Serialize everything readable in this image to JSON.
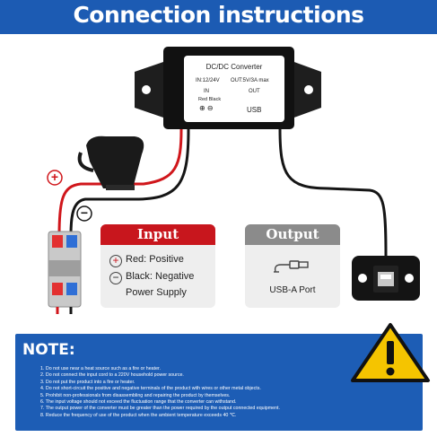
{
  "header": {
    "title": "Connection instructions"
  },
  "converter": {
    "title": "DC/DC Converter",
    "in_spec": "IN:12/24V",
    "out_spec": "OUT:5V/3A max",
    "in_label": "IN",
    "out_label": "OUT",
    "wire_colors": "Red Black",
    "polarity": "⊕ ⊖",
    "usb_label": "USB"
  },
  "input_card": {
    "title": "Input",
    "positive_symbol": "+",
    "positive": "Red: Positive",
    "negative_symbol": "−",
    "negative_line1": "Black: Negative",
    "negative_line2": "Power Supply"
  },
  "output_card": {
    "title": "Output",
    "usb_label": "USB-A Port"
  },
  "wire_markers": {
    "plus": "+",
    "minus": "−"
  },
  "note": {
    "title": "NOTE:",
    "items": [
      "1. Do not use near a heat source such as a fire or heater.",
      "2. Do not connect the input cord to a 220V household power source.",
      "3. Do not put the product into a fire or heater.",
      "4. Do not short-circuit the positive and negative terminals of the product with wires or other metal objects.",
      "5. Prohibit non-professionals from disassembling and repairing the product by themselves.",
      "6. The input voltage should not exceed the fluctuation range that the converter can withstand.",
      "7. The output power of the converter must be greater than the power required by the output connected equipment.",
      "8. Reduce the frequency of use of the product when the ambient temperature exceeds 40 ℃."
    ]
  },
  "colors": {
    "brand_blue": "#1c5bb3",
    "input_red": "#c8161d",
    "output_gray": "#8b8b8b",
    "warning_yellow": "#f5c400"
  }
}
